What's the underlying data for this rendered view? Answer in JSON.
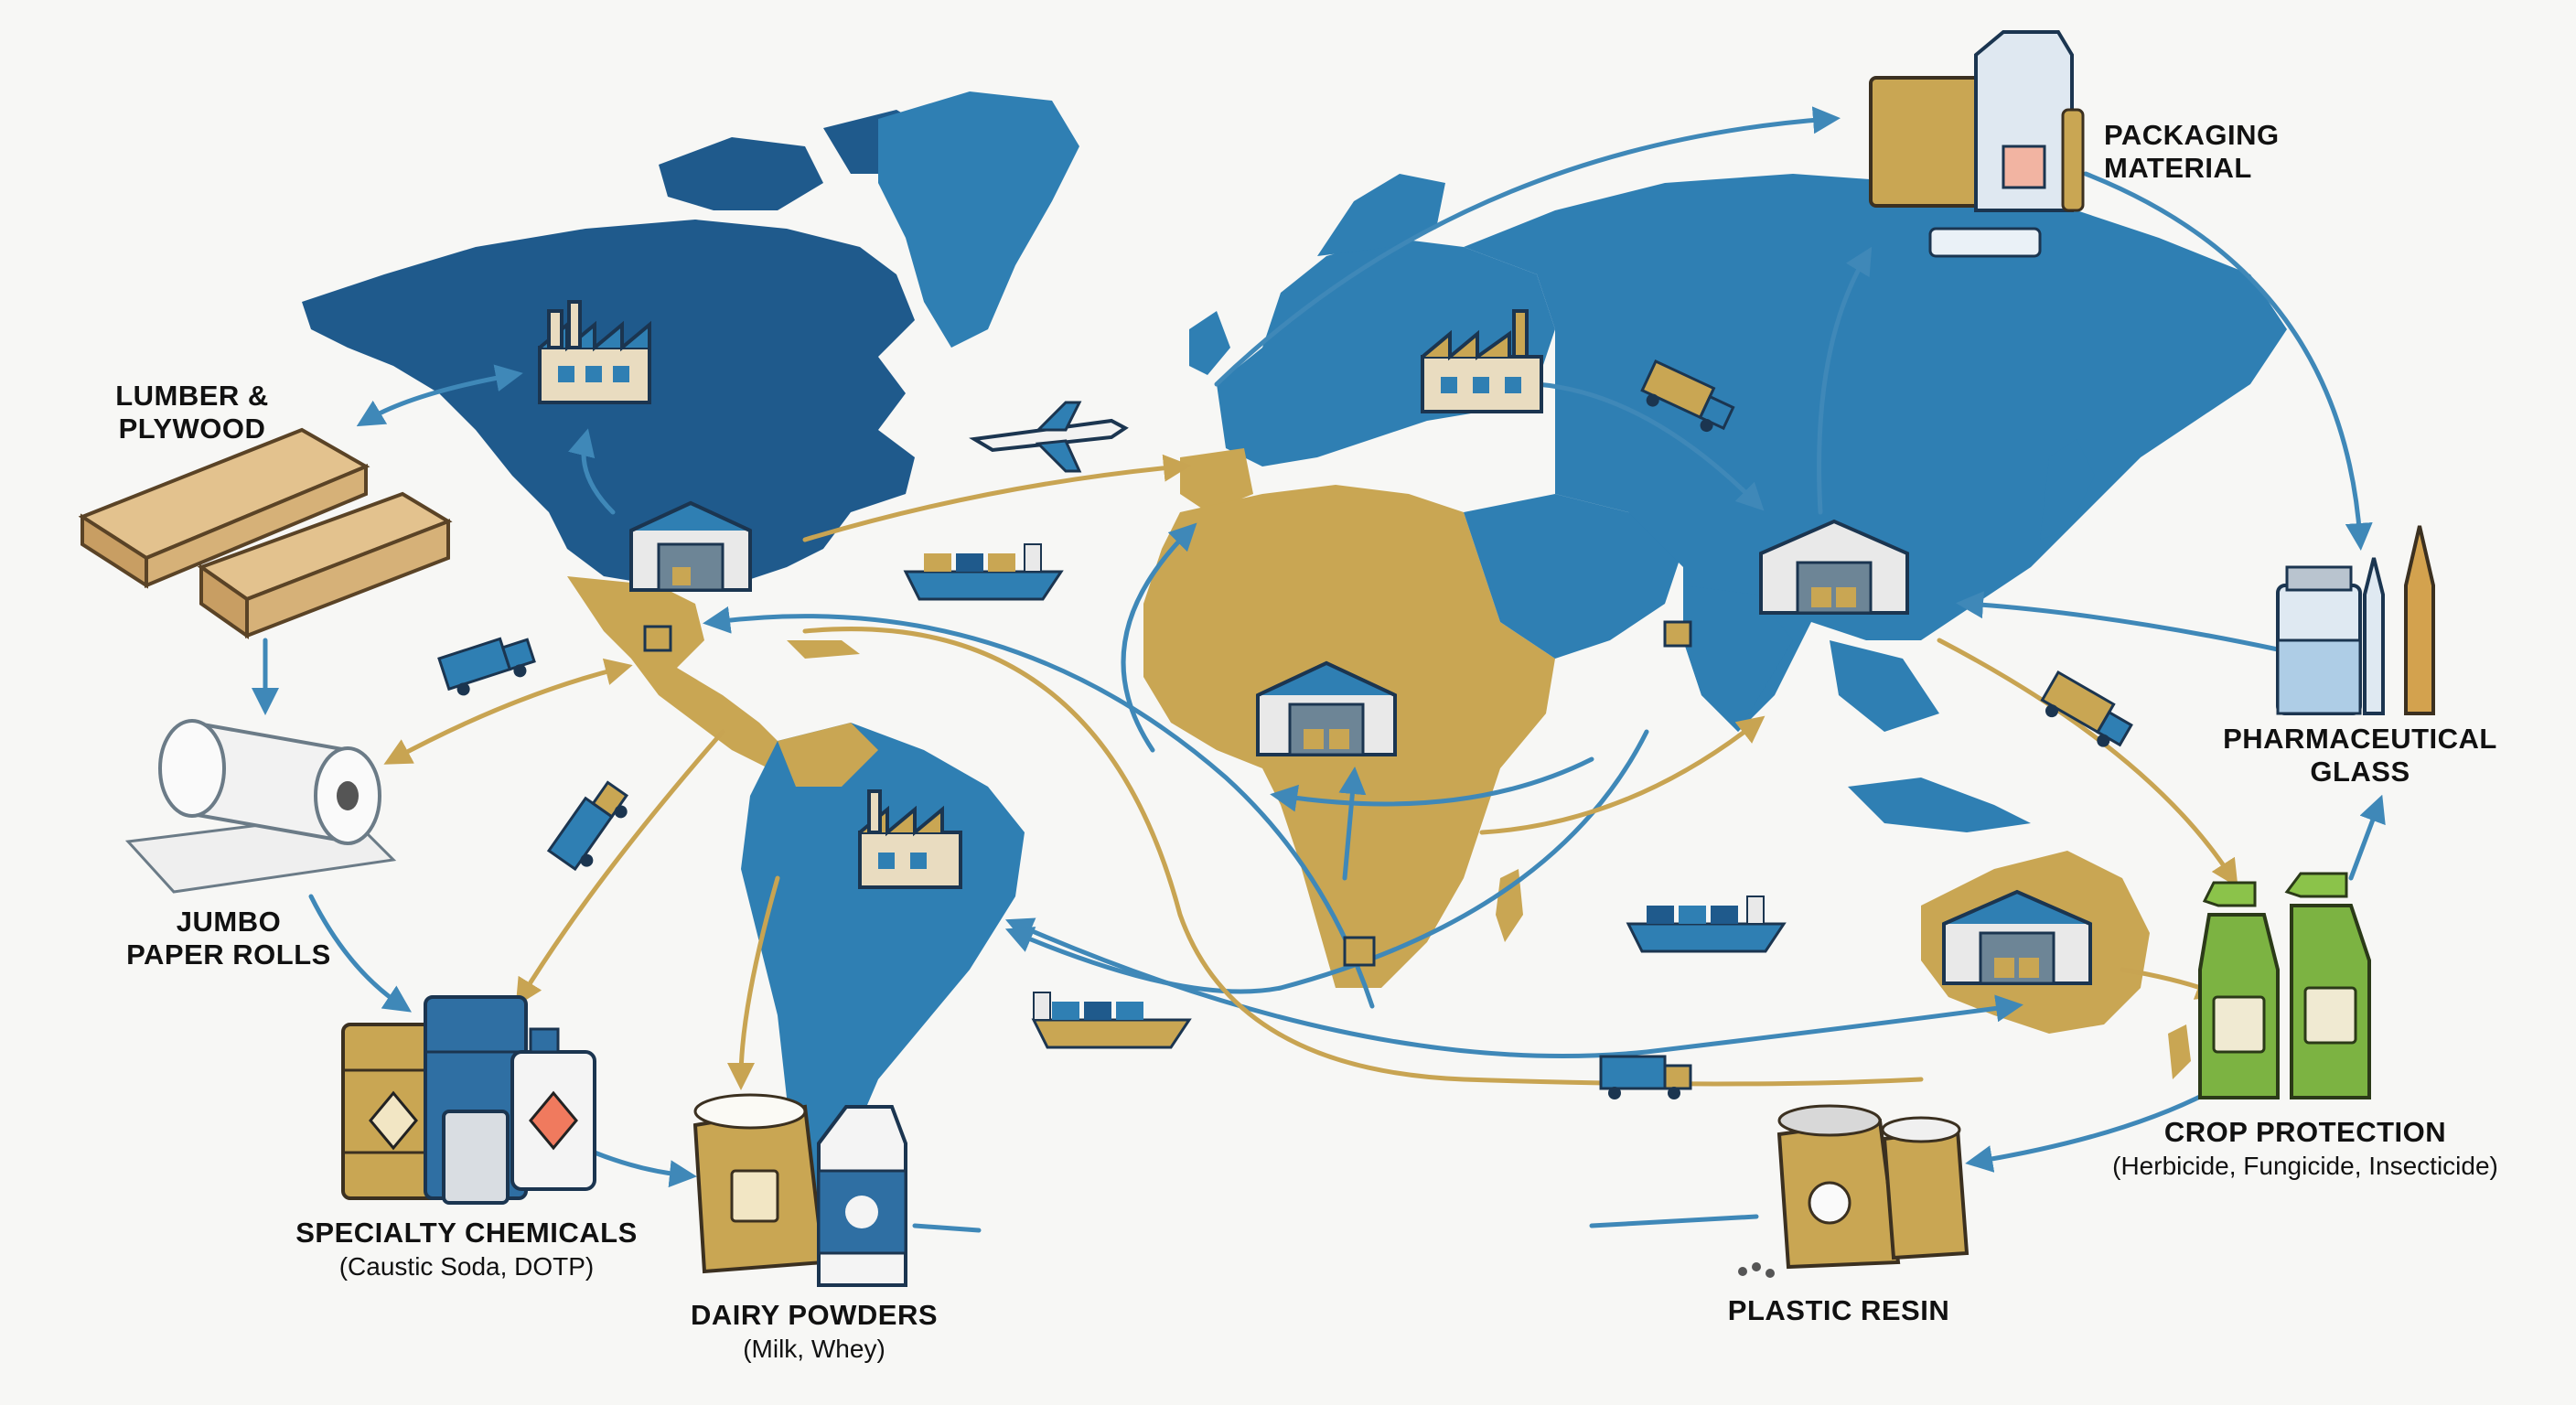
{
  "products": {
    "lumber": {
      "title_l1": "LUMBER &",
      "title_l2": "PLYWOOD"
    },
    "paper": {
      "title_l1": "JUMBO",
      "title_l2": "PAPER ROLLS"
    },
    "chemicals": {
      "title": "SPECIALTY CHEMICALS",
      "subtitle": "(Caustic Soda, DOTP)"
    },
    "dairy": {
      "title": "DAIRY POWDERS",
      "subtitle": "(Milk, Whey)"
    },
    "packaging": {
      "title_l1": "PACKAGING",
      "title_l2": "MATERIAL"
    },
    "pharma": {
      "title_l1": "PHARMACEUTICAL",
      "title_l2": "GLASS"
    },
    "crop": {
      "title": "CROP PROTECTION",
      "subtitle": "(Herbicide, Fungicide, Insecticide)"
    },
    "resin": {
      "title": "PLASTIC RESIN"
    }
  },
  "icons": [
    "factory-icon",
    "warehouse-icon",
    "truck-icon",
    "cargo-ship-icon",
    "airplane-icon",
    "package-icon"
  ],
  "colors": {
    "ocean_blue": "#2f7fb3",
    "north_blue": "#1f5a8c",
    "gold": "#c9a653",
    "arrow_blue": "#3f88b8",
    "arrow_gold": "#c8a452",
    "background": "#f7f7f5"
  }
}
